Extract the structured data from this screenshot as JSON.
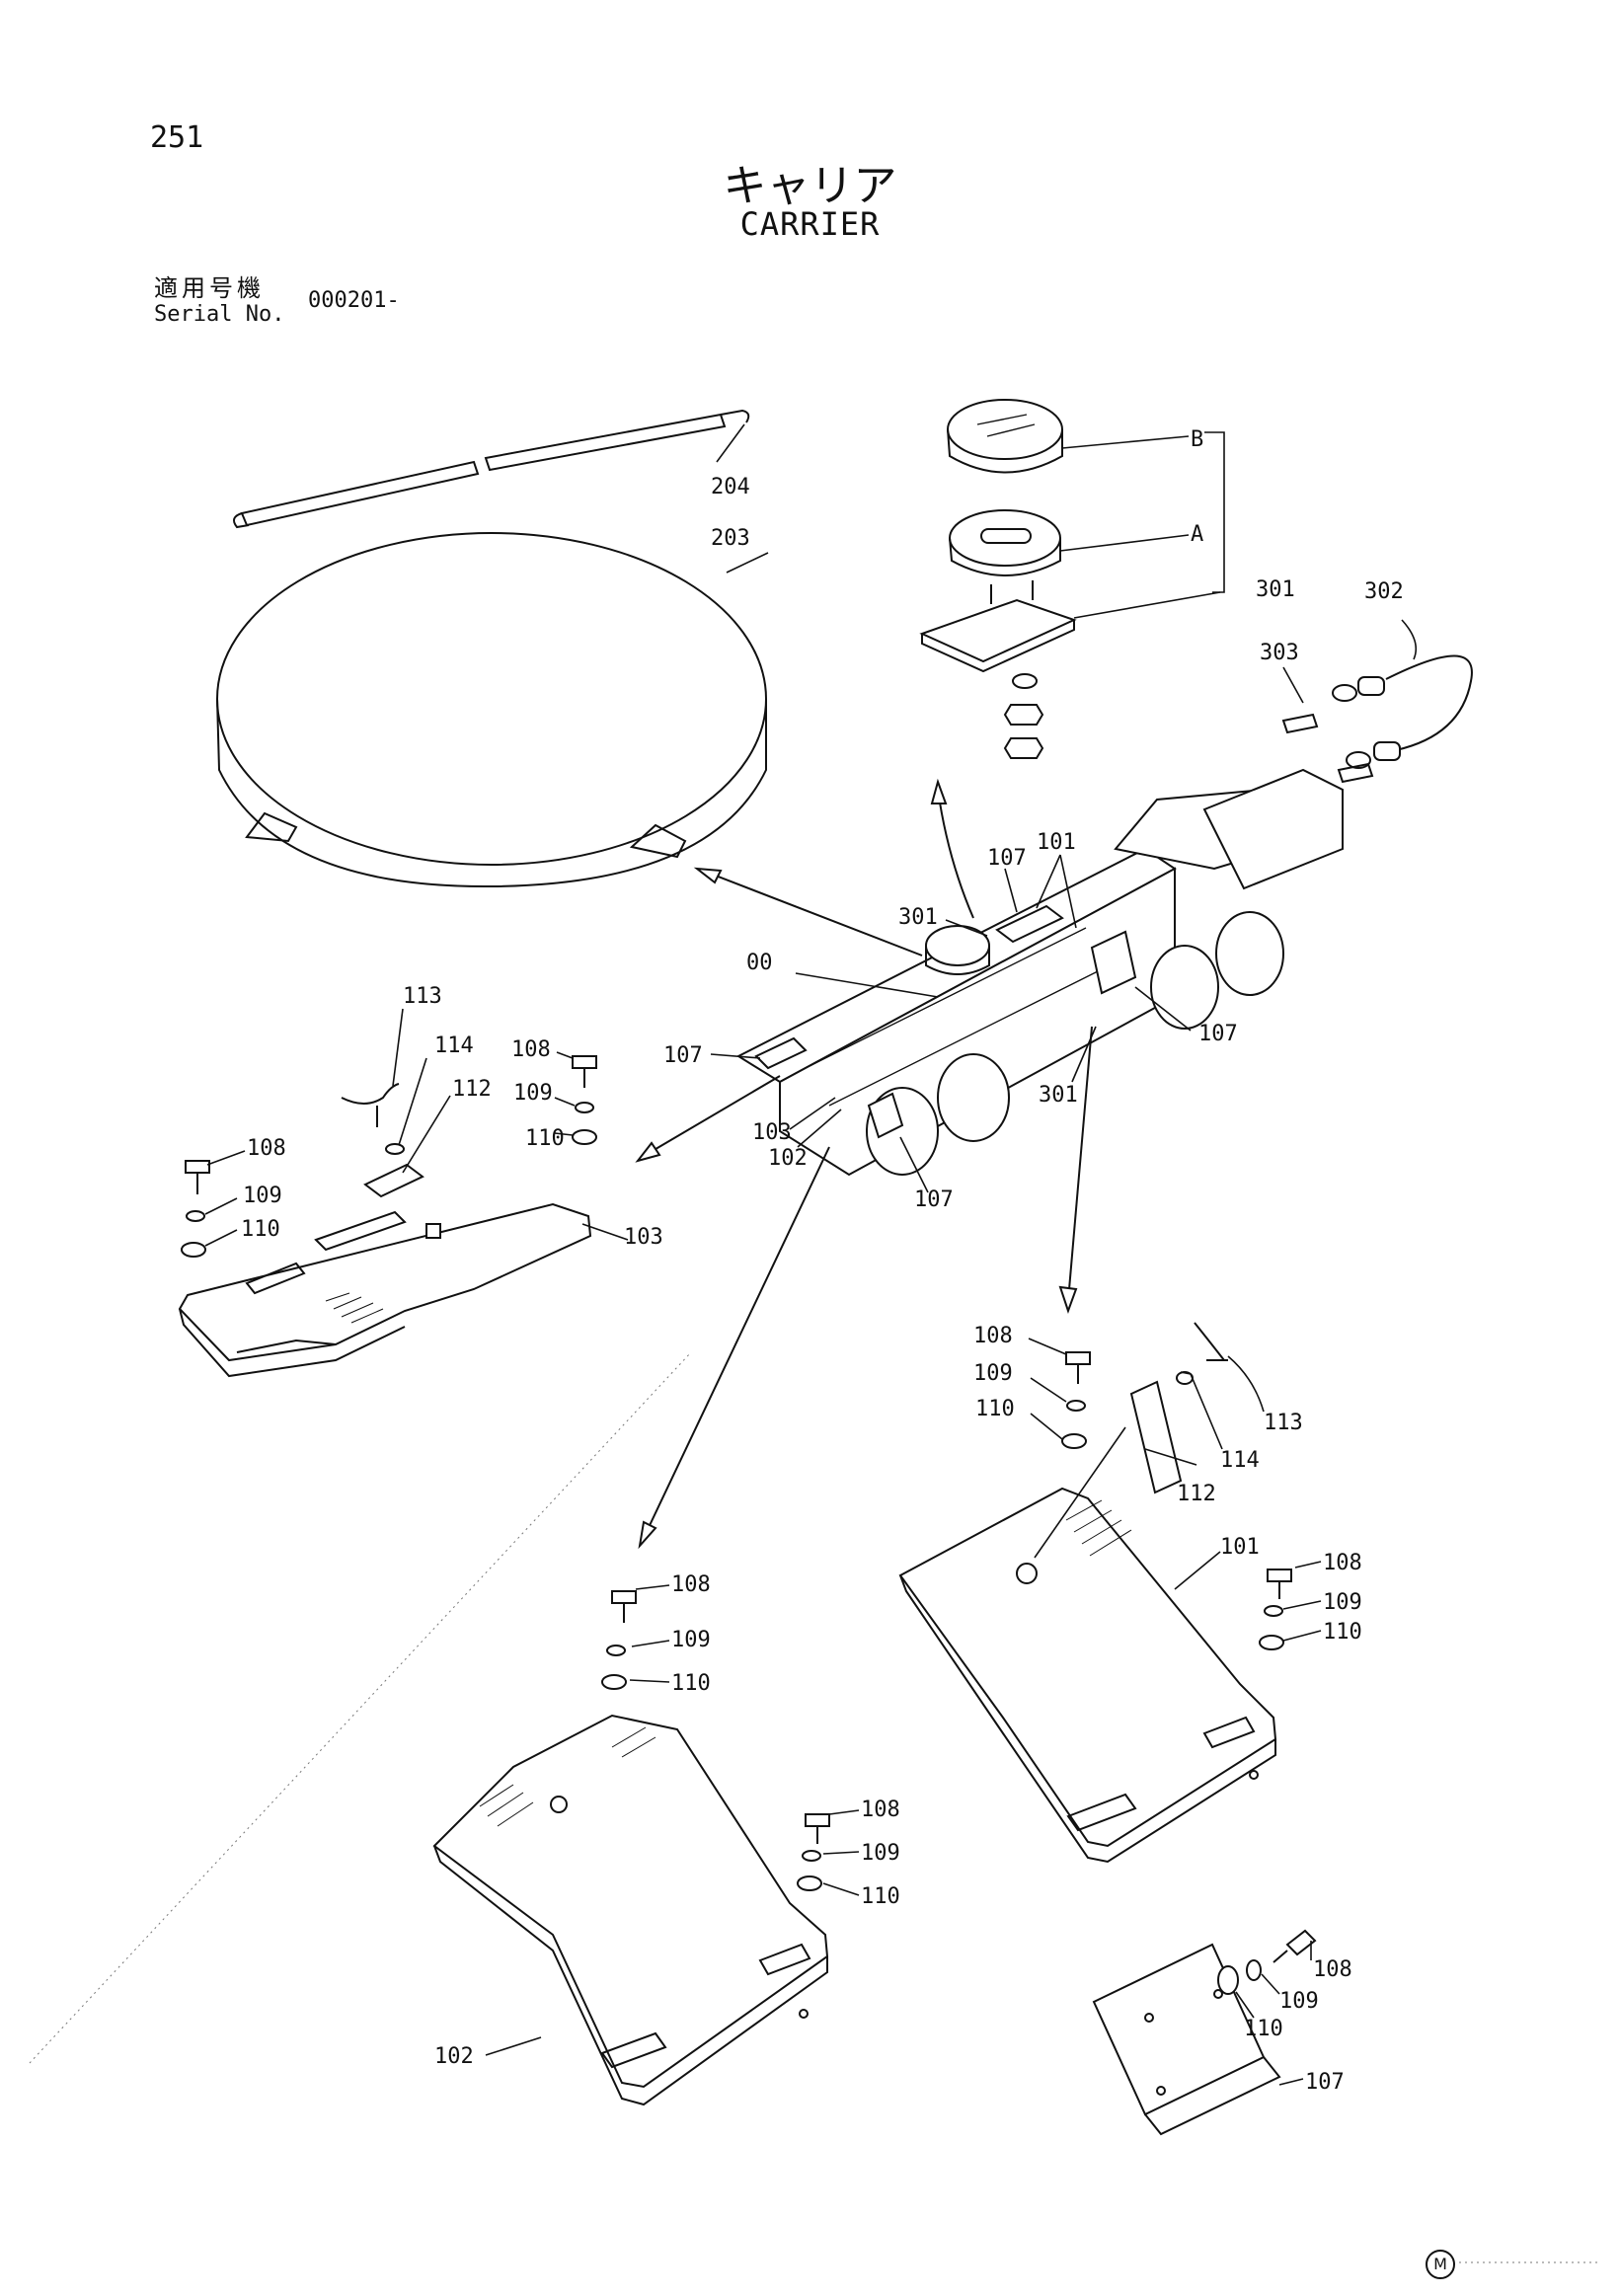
{
  "page_number": "251",
  "title_jp": "キャリア",
  "title_en": "CARRIER",
  "serial": {
    "label_jp": "適用号機",
    "label_en": "Serial No.",
    "value": "000201-"
  },
  "mark_symbol": "M",
  "callouts": {
    "c00": "00",
    "c101a": "101",
    "c101b": "101",
    "c102a": "102",
    "c102b": "102",
    "c103a": "103",
    "c103b": "103",
    "c107a": "107",
    "c107b": "107",
    "c107c": "107",
    "c107d": "107",
    "c107e": "107",
    "c108a": "108",
    "c108b": "108",
    "c108c": "108",
    "c108d": "108",
    "c108e": "108",
    "c108f": "108",
    "c108g": "108",
    "c109a": "109",
    "c109b": "109",
    "c109c": "109",
    "c109d": "109",
    "c109e": "109",
    "c109f": "109",
    "c109g": "109",
    "c110a": "110",
    "c110b": "110",
    "c110c": "110",
    "c110d": "110",
    "c110e": "110",
    "c110f": "110",
    "c110g": "110",
    "c112a": "112",
    "c112b": "112",
    "c113a": "113",
    "c113b": "113",
    "c114a": "114",
    "c114b": "114",
    "c203": "203",
    "c204": "204",
    "c301a": "301",
    "c301b": "301",
    "c301c": "301",
    "c302": "302",
    "c303": "303",
    "cA": "A",
    "cB": "B"
  }
}
